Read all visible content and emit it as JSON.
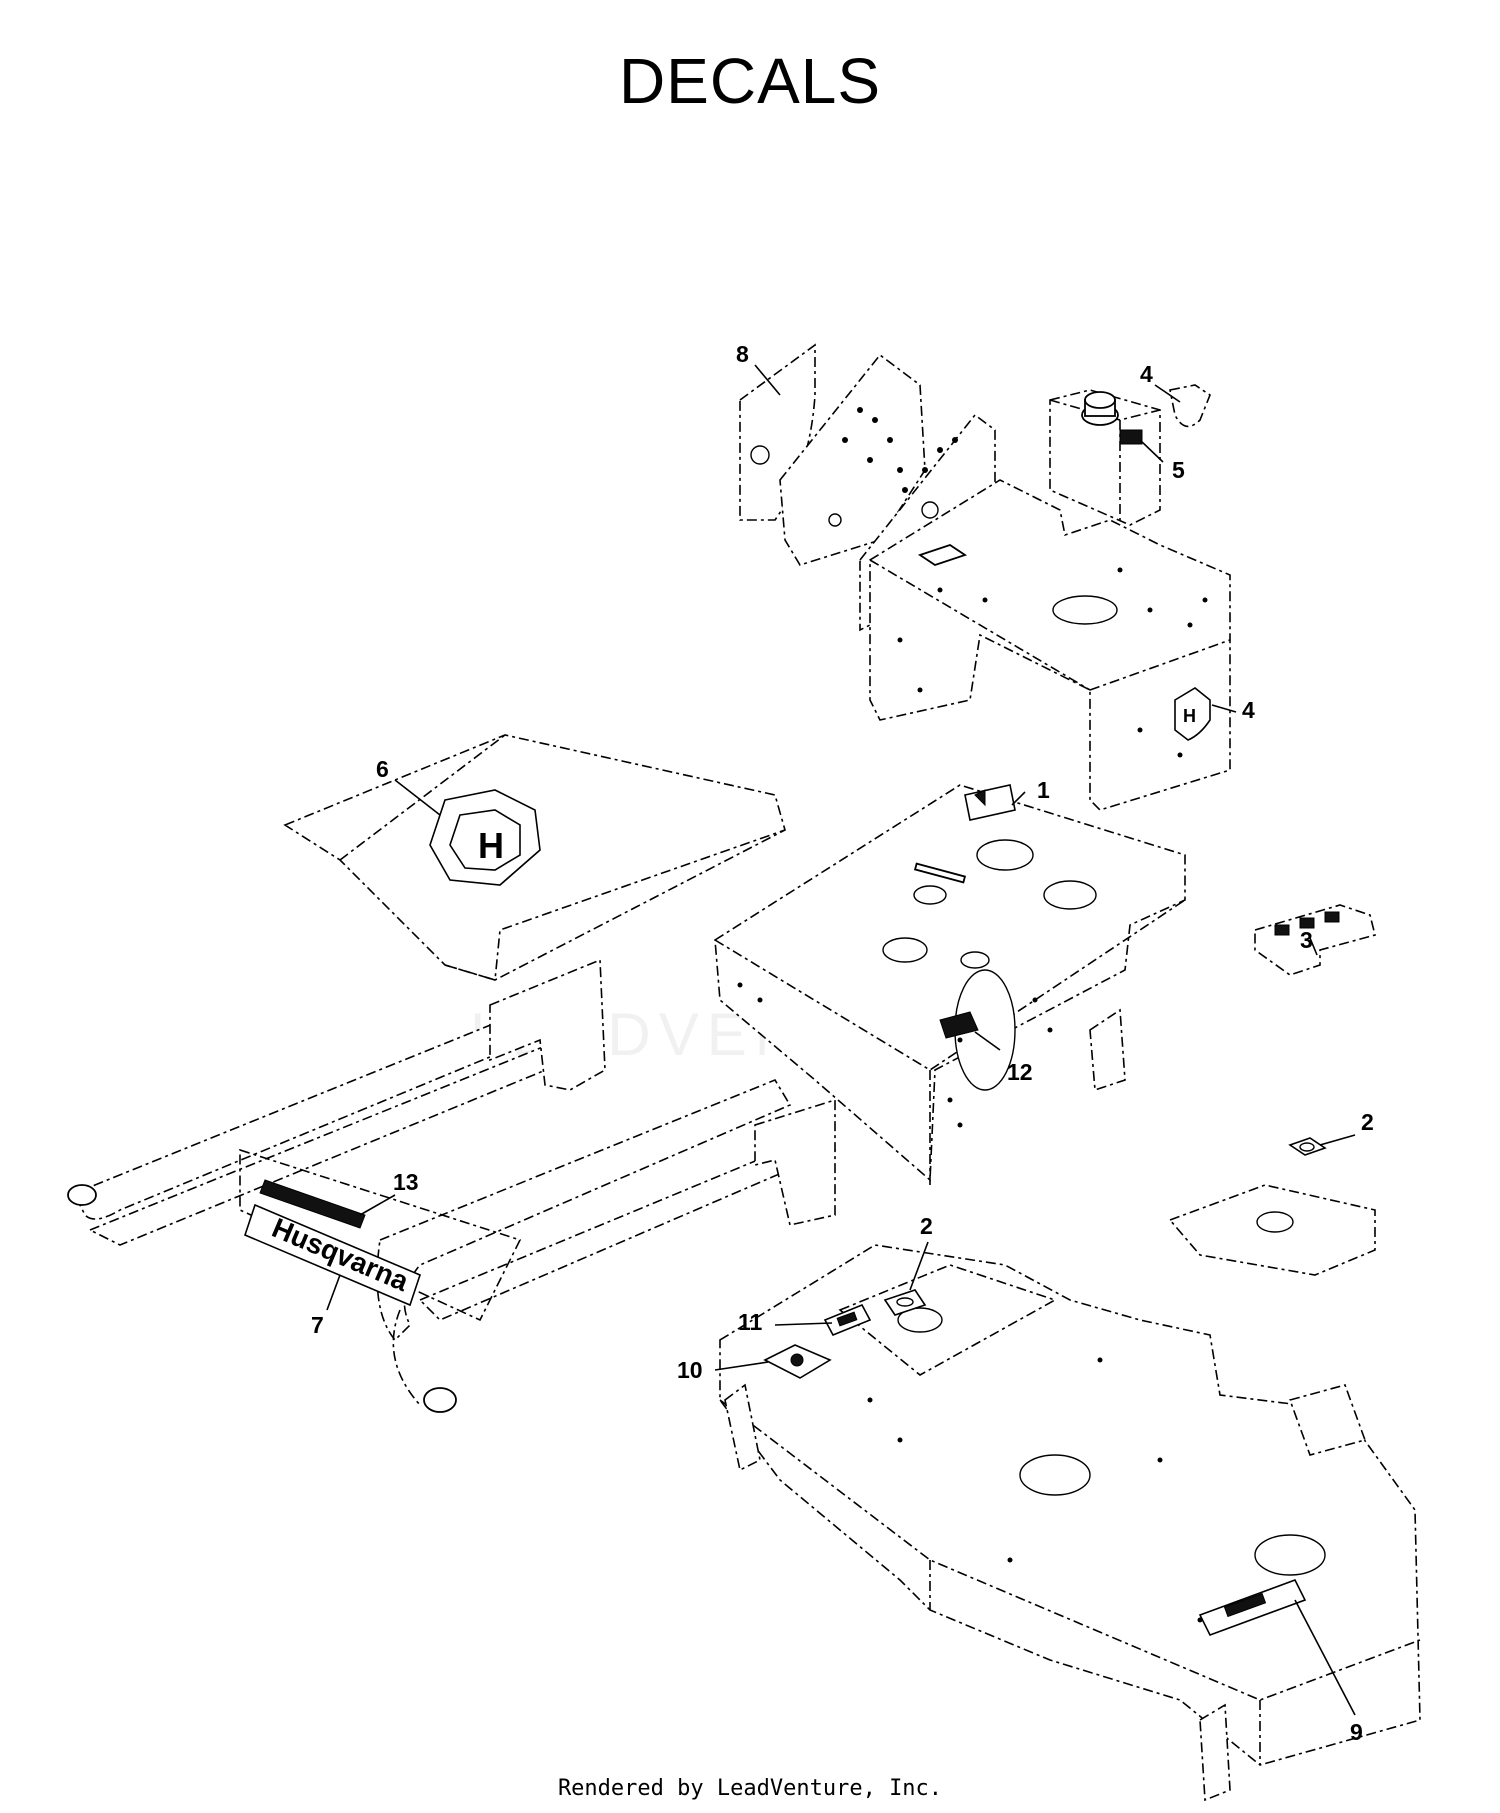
{
  "title": "DECALS",
  "watermark": "LEADVENTURE",
  "footer": "Rendered by LeadVenture, Inc.",
  "callouts": [
    {
      "id": "c1",
      "label": "1"
    },
    {
      "id": "c2a",
      "label": "2"
    },
    {
      "id": "c2b",
      "label": "2"
    },
    {
      "id": "c3",
      "label": "3"
    },
    {
      "id": "c4a",
      "label": "4"
    },
    {
      "id": "c4b",
      "label": "4"
    },
    {
      "id": "c5",
      "label": "5"
    },
    {
      "id": "c6",
      "label": "6"
    },
    {
      "id": "c7",
      "label": "7"
    },
    {
      "id": "c8",
      "label": "8"
    },
    {
      "id": "c9",
      "label": "9"
    },
    {
      "id": "c10",
      "label": "10"
    },
    {
      "id": "c11",
      "label": "11"
    },
    {
      "id": "c12",
      "label": "12"
    },
    {
      "id": "c13",
      "label": "13"
    }
  ],
  "decal_text": {
    "brand": "Husqvarna",
    "logo_letter": "H"
  }
}
